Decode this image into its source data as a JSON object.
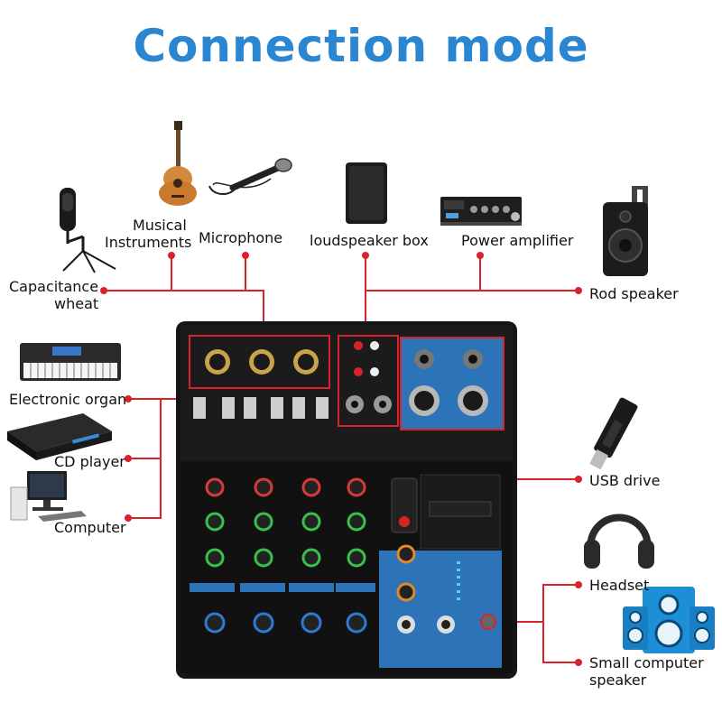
{
  "title": "Connection mode",
  "colors": {
    "title": "#2a86d1",
    "connector_line": "#d9222a",
    "mixer_body": "#151515",
    "mixer_blue": "#2c73b8",
    "knob_red": "#d83a3a",
    "knob_green": "#39c04a",
    "knob_blue": "#2e78d6",
    "knob_orange": "#e2892a"
  },
  "labels": {
    "musical_instruments_1": "Musical",
    "musical_instruments_2": "Instruments",
    "microphone": "Microphone",
    "loudspeaker_box": "loudspeaker box",
    "power_amplifier": "Power amplifier",
    "capacitance_wheat_1": "Capacitance",
    "capacitance_wheat_2": "wheat",
    "rod_speaker": "Rod speaker",
    "electronic_organ": "Electronic organ",
    "cd_player": "CD player",
    "computer": "Computer",
    "usb_drive": "USB drive",
    "headset": "Headset",
    "small_computer_speaker_1": "Small computer",
    "small_computer_speaker_2": "speaker"
  },
  "icons": [
    "guitar-icon",
    "microphone-icon",
    "loudspeaker-box-icon",
    "power-amplifier-icon",
    "condenser-mic-icon",
    "rod-speaker-icon",
    "keyboard-icon",
    "cd-player-icon",
    "computer-icon",
    "usb-drive-icon",
    "headphones-icon",
    "speaker-system-icon",
    "mixer-console"
  ]
}
